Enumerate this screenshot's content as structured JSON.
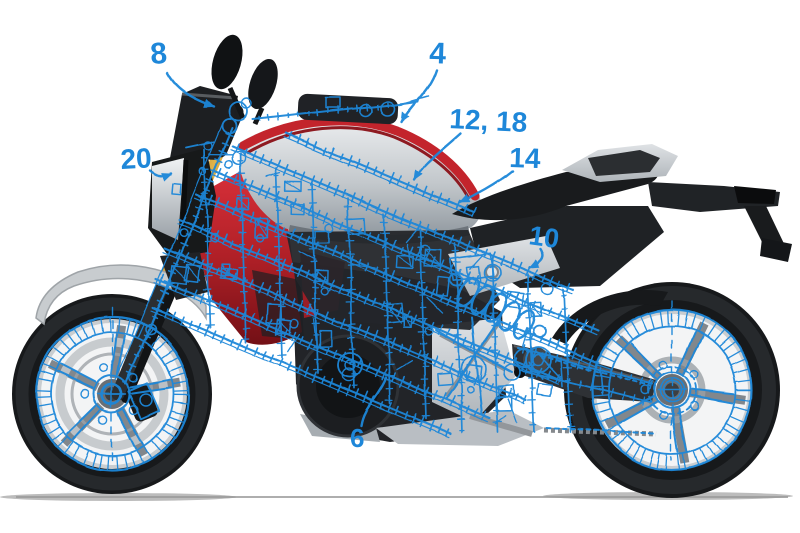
{
  "figure": {
    "background": "#ffffff",
    "colors": {
      "sketch_blue": "#1e87d9",
      "body_red": "#c3242c",
      "body_red_dark": "#8e1a21",
      "tank_silver": "#c9cdd1",
      "black_parts": "#1b1d20",
      "gold_fork": "#c59a33",
      "ground_shadow": "#9a9a9a"
    },
    "callouts": [
      {
        "label": "8"
      },
      {
        "label": "4"
      },
      {
        "label": "12, 18"
      },
      {
        "label": "14"
      },
      {
        "label": "20"
      },
      {
        "label": "10"
      },
      {
        "label": "6"
      }
    ]
  }
}
